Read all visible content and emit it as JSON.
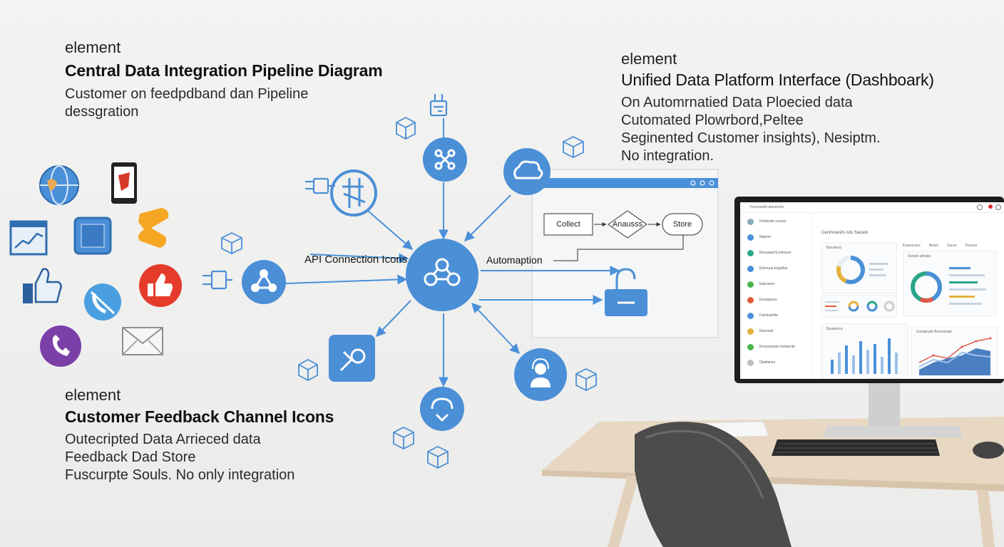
{
  "colors": {
    "accent_blue": "#4a90d9",
    "node_blue": "#4b8fd6",
    "monitor_frame": "#1c1c1c",
    "desk": "#e7d7c2",
    "chair": "#4a4a4a"
  },
  "sections": {
    "pipeline": {
      "eyebrow": "element",
      "title": "Central Data Integration Pipeline Diagram",
      "desc": [
        "Customer on feedpdband dan Pipeline",
        "dessgration"
      ]
    },
    "platform": {
      "eyebrow": "element",
      "title": "Unified Data Platform Interface (Dashboark)",
      "desc": [
        "On Automrnatied Data Ploecied data",
        "Cutomated Plowrbord,Peltee",
        "Seginented Customer insights), Nesiptm.",
        "No integration."
      ]
    },
    "channels": {
      "eyebrow": "element",
      "title": "Customer Feedback Channel Icons",
      "desc": [
        "Outecripted Data Arrieced data",
        "Feedback Dad Store",
        "Fuscurpte Souls. No only integration"
      ]
    }
  },
  "diagram": {
    "api_label": "API Connection Icons",
    "automation_label": "Automaption",
    "hub_icon": "network-hub-icon",
    "flow": {
      "collect": "Collect",
      "analyze": "Anausss",
      "store": "Store"
    }
  },
  "channel_icons": [
    "globe-icon",
    "smartphone-icon",
    "analytics-icon",
    "app-tile-icon",
    "chat-bubbles-icon",
    "thumbs-up-icon",
    "no-call-icon",
    "thumbs-up-red-icon",
    "phone-call-icon",
    "email-icon"
  ],
  "dashboard": {
    "app_title": "Fenouadnt alannnnte",
    "heading": "Cennvuesits Iuls Sacaiin",
    "sidebar_items": [
      "Fimbenfe cmuna",
      "Nalomt",
      "Elevuaad Ecmtnuse",
      "Eiinnuua Ingaltlse",
      "Eiarcanel",
      "Esnsgeues",
      "Fainmaolhe",
      "Elounnal",
      "Enossanoan mmannte",
      "Glashines"
    ],
    "card_labels": [
      "Bacolesci",
      "Sonsnt alrnata",
      "Baaaneca",
      "Sonaacate Bonnanaat"
    ],
    "tabs": [
      "Esanacaos",
      "Bearo",
      "Facsn",
      "Pacons"
    ]
  }
}
